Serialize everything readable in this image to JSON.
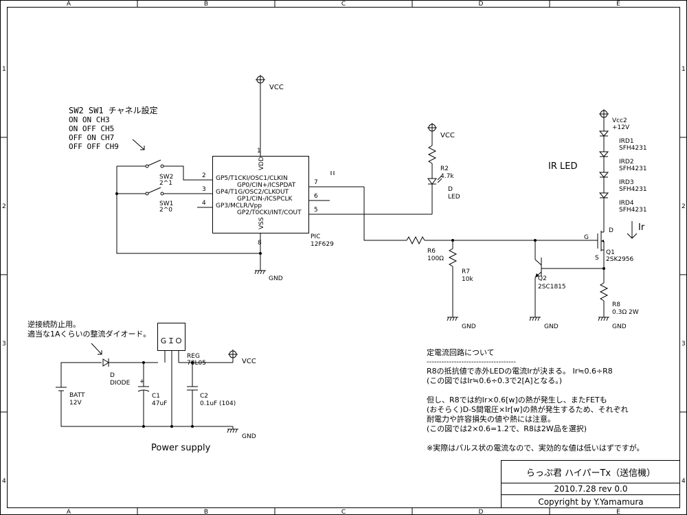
{
  "frame": {
    "cols": [
      "A",
      "B",
      "C",
      "D",
      "E"
    ],
    "rows": [
      "1",
      "2",
      "3",
      "4"
    ]
  },
  "title_block": {
    "title": "らっぷ君 ハイパーTx（送信機）",
    "date_rev": "2010.7.28   rev 0.0",
    "copyright": "Copyright by Y.Yamamura"
  },
  "switch_table": {
    "header": "SW2  SW1   チャネル設定",
    "rows": [
      "ON   ON    CH3",
      "ON   OFF   CH5",
      "OFF  ON    CH7",
      "OFF  OFF   CH9"
    ]
  },
  "labels": {
    "vcc": "VCC",
    "gnd": "GND",
    "vdd": "VDD",
    "vss": "VSS",
    "sw2": "SW2",
    "sw2_val": "2^1",
    "sw1": "SW1",
    "sw1_val": "2^0",
    "pic": "PIC",
    "pic_part": "12F629",
    "pin_gp5": "GP5/T1CKI/OSC1/CLKIN",
    "pin_gp0": "GP0/CIN+/ICSPDAT",
    "pin_gp4": "GP4/T1G/OSC2/CLKOUT",
    "pin_gp1": "GP1/CIN-/ICSPCLK",
    "pin_gp3": "GP3/MCLR/Vpp",
    "pin_gp2": "GP2/T0CKI/INT/COUT",
    "pn1": "1",
    "pn2": "2",
    "pn3": "3",
    "pn4": "4",
    "pn5": "5",
    "pn6": "6",
    "pn7": "7",
    "pn8": "8",
    "r2": "R2",
    "r2_val": "4.7k",
    "d_led": "D",
    "d_led2": "LED",
    "r6": "R6",
    "r6_val": "100Ω",
    "r7": "R7",
    "r7_val": "10k",
    "q2": "Q2",
    "q2_part": "2SC1815",
    "vcc2": "Vcc2",
    "vcc2_val": "+12V",
    "ird1": "IRD1",
    "ird1_p": "SFH4231",
    "ird2": "IRD2",
    "ird2_p": "SFH4231",
    "ird3": "IRD3",
    "ird3_p": "SFH4231",
    "ird4": "IRD4",
    "ird4_p": "SFH4231",
    "ir_led": "IR LED",
    "q1": "Q1",
    "q1_part": "2SK2956",
    "fet_d": "D",
    "fet_g": "G",
    "fet_s": "S",
    "ir": "Ir",
    "r8": "R8",
    "r8_val": "0.3Ω 2W",
    "rev_note1": "逆接続防止用。",
    "rev_note2": "適当な1Aくらいの整流ダイオード。",
    "batt": "BATT",
    "batt_val": "12V",
    "diode": "D",
    "diode2": "DIODE",
    "c1": "C1",
    "c1_val": "47uF",
    "c2": "C2",
    "c2_val": "0.1uF (104)",
    "reg": "REG",
    "reg_part": "78L05",
    "reg_pins": "ＧＩＯ",
    "power_supply": "Power supply"
  },
  "notes": {
    "title": "定電流回路について",
    "rule": "------------------------------------",
    "l1": "R8の抵抗値で赤外LEDの電流Irが決まる。  Ir≒0.6÷R8",
    "l2": "(この図ではIr≒0.6÷0.3で2[A]となる。)",
    "l3": "但し、R8では約Ir×0.6[w]の熱が発生し、またFETも",
    "l4": "(おそらく)D-S間電圧×Ir[w]の熱が発生するため、それぞれ",
    "l5": "耐電力や許容損失の値や熱には注意。",
    "l6": "(この図では2×0.6=1.2で、R8は2W品を選択)",
    "l7": "※実際はパルス状の電流なので、実効的な値は低いはずですが。"
  }
}
